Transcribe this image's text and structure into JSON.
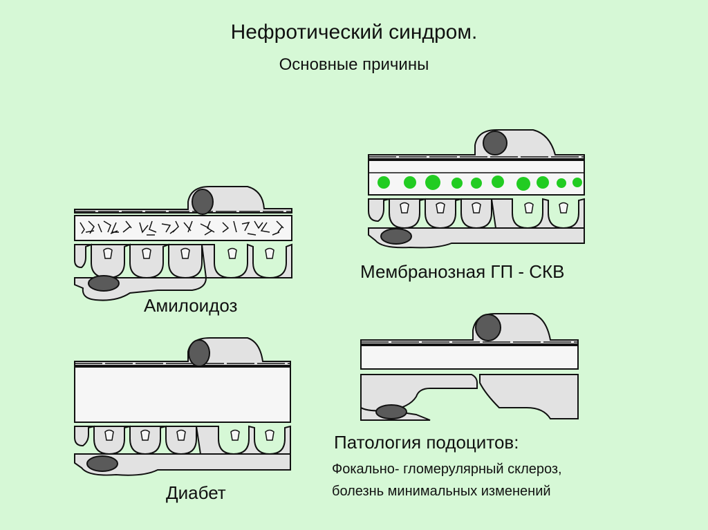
{
  "slide": {
    "title": "Нефротический синдром.",
    "subtitle": "Основные причины"
  },
  "panels": {
    "amyloidosis": {
      "label": "Амилоидоз"
    },
    "membranous": {
      "label": "Мембранозная ГП - СКВ"
    },
    "diabetes": {
      "label": "Диабет"
    },
    "podocytes": {
      "label": "Патология подоцитов:",
      "line1": "Фокально- гломерулярный склероз,",
      "line2": "болезнь минимальных изменений"
    }
  },
  "colors": {
    "background": "#d6f8d6",
    "cell": "#e2e2e2",
    "membrane": "#f4f4f4",
    "nucleus": "#5a5a5a",
    "immune_deposits": "#22cc22"
  }
}
